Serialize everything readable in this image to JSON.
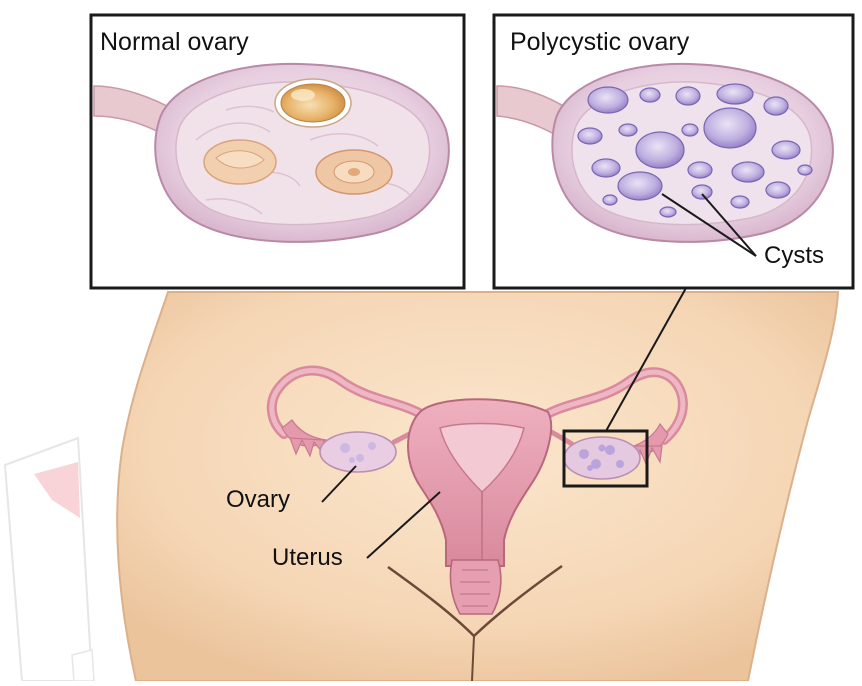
{
  "insets": {
    "normal": {
      "title": "Normal ovary"
    },
    "polycystic": {
      "title": "Polycystic ovary"
    }
  },
  "labels": {
    "cysts": "Cysts",
    "ovary": "Ovary",
    "uterus": "Uterus"
  },
  "colors": {
    "skin": "#f7d9b9",
    "skin_edge": "#e7bf98",
    "tissue": "#e8a5b4",
    "tissue_dark": "#c97889",
    "ovary_fill": "#e9cfe3",
    "cyst_fill": "#a995d1",
    "follicle": "#e5b98a",
    "line": "#1a1a1a"
  }
}
